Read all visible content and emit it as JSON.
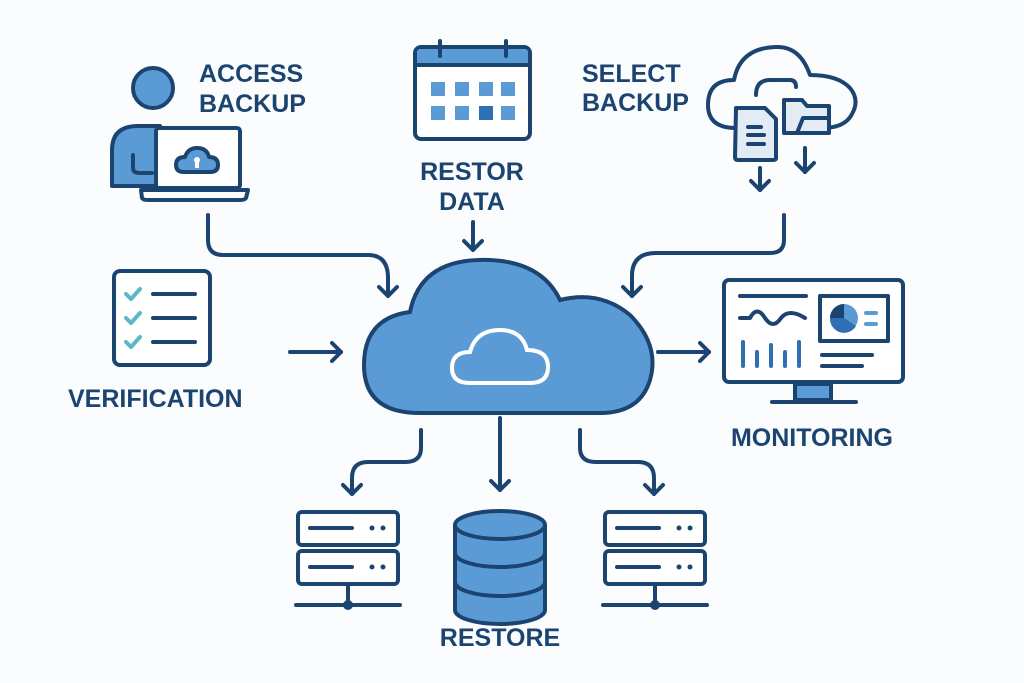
{
  "labels": {
    "access_backup": [
      "ACCESS",
      "BACKUP"
    ],
    "restor_data": [
      "RESTOR",
      "DATA"
    ],
    "select_backup": [
      "SELECT",
      "BACKUP"
    ],
    "verification": "VERIFICATION",
    "monitoring": "MONITORING",
    "restore": "RESTORE"
  },
  "colors": {
    "navy": "#1c4471",
    "blue": "#5b9bd5",
    "dark_blue": "#2f6fb3",
    "light_fill": "#e3ebf5",
    "check": "#5fb8c9",
    "background": "#fbfcfd"
  }
}
